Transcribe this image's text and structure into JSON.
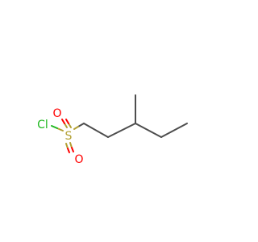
{
  "molecule": {
    "atoms": {
      "chlorine": {
        "label": "Cl"
      },
      "sulfur": {
        "label": "S"
      },
      "oxygen_top": {
        "label": "O"
      },
      "oxygen_bottom": {
        "label": "O"
      }
    }
  },
  "colors": {
    "carbon_bond": "#4d4d4d",
    "sulfur": "#b2a033",
    "oxygen": "#ff0000",
    "chlorine": "#1fb81f",
    "background": "#ffffff"
  }
}
